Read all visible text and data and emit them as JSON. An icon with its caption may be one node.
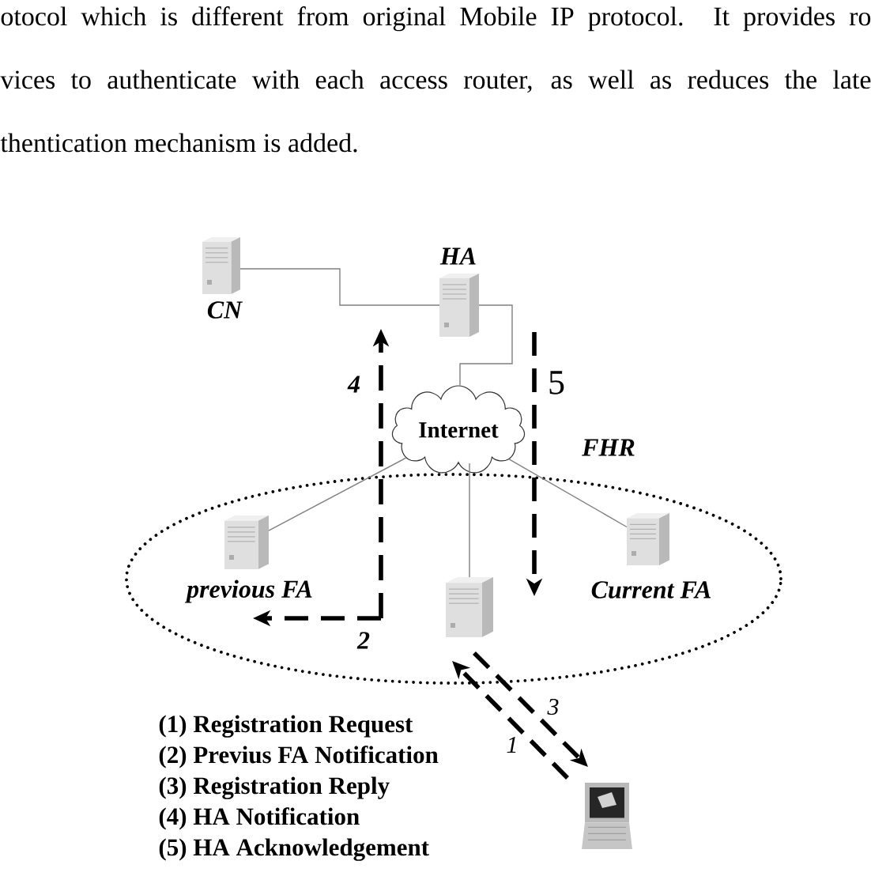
{
  "diagram": {
    "nodes": [
      {
        "text": [
          "CN"
        ]
      },
      {
        "text": [
          "HA"
        ]
      },
      {
        "text": [
          "Internet"
        ]
      },
      {
        "text": [],
        "shape": "ellipse"
      },
      {
        "text": [
          "previous FA"
        ],
        "in": 3
      },
      {
        "text": [
          "Current FA"
        ],
        "in": 3
      },
      {
        "text": [],
        "shape": "picture",
        "in": 3
      },
      {
        "text": [],
        "shape": "picture"
      }
    ],
    "edges": [
      {
        "from": 0,
        "to": 1,
        "arrow": "none",
        "color": "#808080"
      },
      {
        "from": 1,
        "to": 2,
        "arrow": "none",
        "color": "#808080"
      },
      {
        "from": 2,
        "to": 4,
        "arrow": "none",
        "color": "#808080"
      },
      {
        "from": 2,
        "to": 5,
        "arrow": "none",
        "color": "#808080"
      },
      {
        "from": 2,
        "to": 6,
        "arrow": "none",
        "color": "#808080"
      },
      {
        "from": 7,
        "to": 6,
        "arrow": "to",
        "label": "1",
        "style": "dashed",
        "color": "#000000"
      },
      {
        "from": 6,
        "to": 4,
        "arrow": "to",
        "label": "2",
        "style": "dashed",
        "color": "#000000"
      },
      {
        "from": 6,
        "to": 7,
        "arrow": "to",
        "label": "3",
        "style": "dashed",
        "color": "#000000"
      },
      {
        "from": 6,
        "to": 1,
        "arrow": "to",
        "label": "4",
        "style": "dashed",
        "color": "#000000"
      },
      {
        "from": 1,
        "to": 6,
        "arrow": "to",
        "label": "5",
        "style": "dashed",
        "color": "#000000"
      }
    ],
    "labels": [
      "otocol which is different from original Mobile IP protocol. It provides ro",
      "vices to authenticate with each access router, as well as reduces the late",
      "thentication mechanism is added.",
      "FHR",
      "(1) Registration Request",
      "(2) Previus FA Notification",
      "(3) Registration Reply",
      "(4) HA Notification",
      "(5) HA Acknowledgement"
    ]
  }
}
